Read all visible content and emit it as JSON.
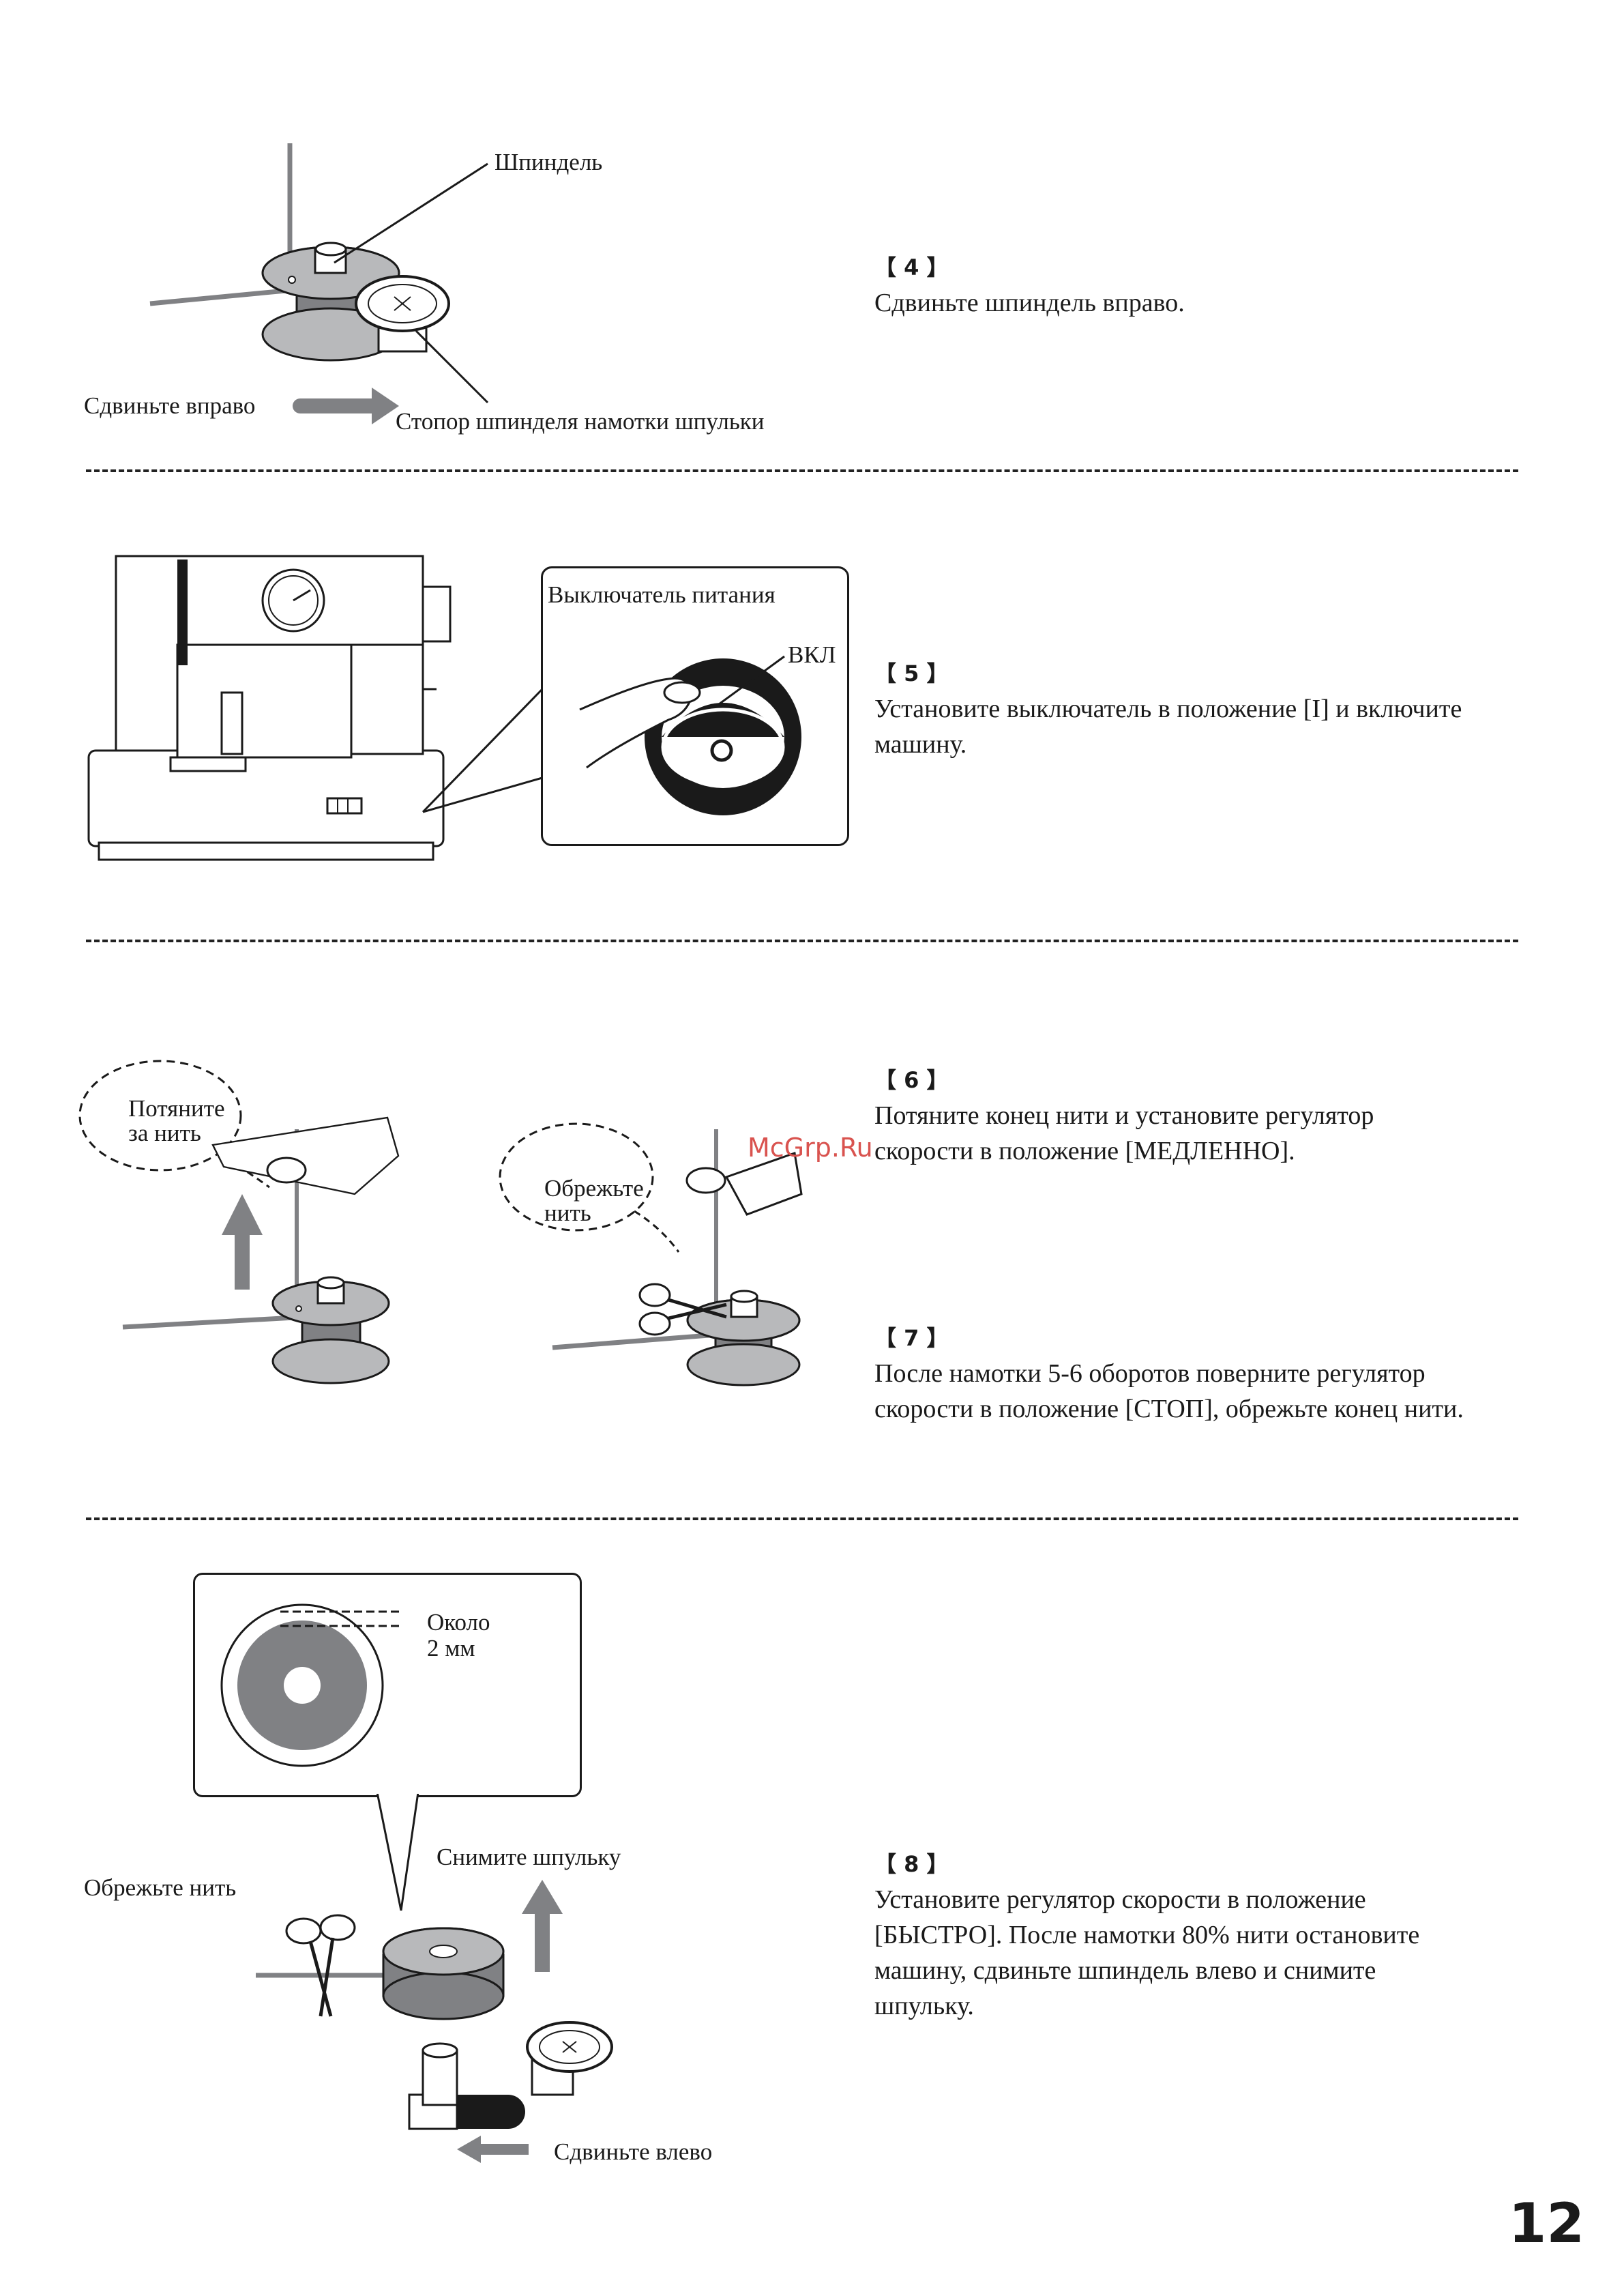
{
  "section1": {
    "label_spindle": "Шпиндель",
    "label_slide_right": "Сдвиньте вправо",
    "label_stopper": "Стопор шпинделя намотки шпульки",
    "step_num": "【 4 】",
    "step_text": "Сдвиньте шпиндель вправо."
  },
  "section2": {
    "label_power_switch": "Выключатель питания",
    "label_on": "ВКЛ",
    "step_num": "【 5 】",
    "step_text": "Установите выключатель в положение [I] и включите машину."
  },
  "section3": {
    "bubble_pull_l1": "Потяните",
    "bubble_pull_l2": "за нить",
    "bubble_cut_l1": "Обрежьте",
    "bubble_cut_l2": "нить",
    "watermark": "McGrp.Ru",
    "step6_num": "【 6 】",
    "step6_text": "Потяните конец нити и установите регулятор скорости в положение [МЕДЛЕННО].",
    "step7_num": "【 7 】",
    "step7_text": "После намотки 5-6 оборотов поверните регулятор скорости в положение [СТОП], обрежьте конец нити."
  },
  "section4": {
    "label_about_l1": "Около",
    "label_about_l2": "2 мм",
    "label_remove_bobbin": "Снимите шпульку",
    "label_cut_thread": "Обрежьте нить",
    "label_slide_left": "Сдвиньте влево",
    "step_num": "【 8 】",
    "step_text": "Установите регулятор скорости в положение [БЫСТРО]. После намотки 80% нити остановите машину, сдвиньте шпиндель влево и снимите шпульку."
  },
  "page_number": "12",
  "colors": {
    "ink": "#1a1a1a",
    "gray": "#808184",
    "light_gray": "#b8b9bb"
  }
}
